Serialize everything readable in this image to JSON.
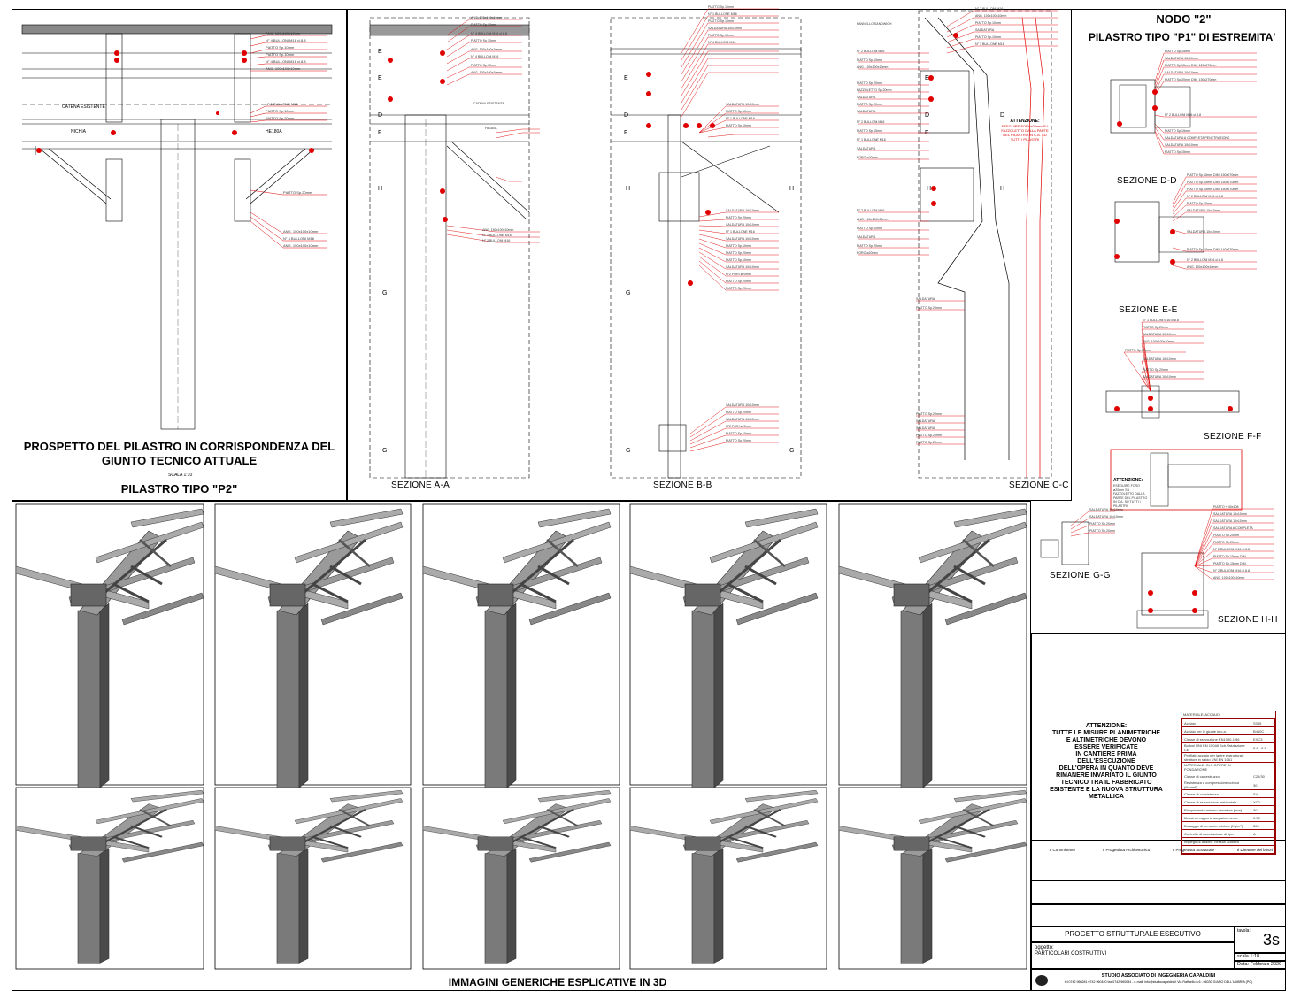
{
  "left_panel": {
    "title_main": "PROSPETTO DEL PILASTRO IN CORRISPONDENZA DEL GIUNTO TECNICO ATTUALE",
    "scale": "SCALA 1:10",
    "title_sub": "PILASTRO TIPO \"P2\"",
    "labels": [
      "CATENA ESISTENTE",
      "NICHIA",
      "HE180A",
      "PIL. HE300B",
      "PIATTO Sp.20mm"
    ]
  },
  "sections": {
    "aa": "SEZIONE A-A",
    "bb": "SEZIONE B-B",
    "cc": "SEZIONE C-C",
    "dd": "SEZIONE D-D",
    "ee": "SEZIONE E-E",
    "ff": "SEZIONE F-F",
    "gg": "SEZIONE G-G",
    "hh": "SEZIONE H-H"
  },
  "node": {
    "title": "NODO \"2\"",
    "subtitle": "PILASTRO TIPO \"P1\" DI ESTREMITA'"
  },
  "attention_cc": {
    "title": "ATTENZIONE:",
    "text": "ESEGUIRE FORI ø20mm SU FAZZOLETTO DALLA PARTE DEL PILASTRO IN C.A. SU TUTTI I PILASTRI"
  },
  "attention_ff": {
    "title": "ATTENZIONE:",
    "text": "ESEGUIRE FORO ø20mm SU FAZZOLETTO DALLA PARTE DEL PILASTRO IN C.A. SU TUTTI I PILASTRI"
  },
  "images_3d_title": "IMMAGINI GENERICHE ESPLICATIVE IN 3D",
  "attention_main": {
    "title": "ATTENZIONE:",
    "lines": [
      "TUTTE LE MISURE PLANIMETRICHE",
      "E ALTIMETRICHE DEVONO",
      "ESSERE VERIFICATE",
      "IN CANTIERE PRIMA",
      "DELL'ESECUZIONE",
      "DELL'OPERA IN QUANTO DEVE",
      "RIMANERE INVARIATO IL GIUNTO",
      "TECNICO TRA IL FABBRICATO",
      "ESISTENTE E LA NUOVA STRUTTURA",
      "METALLICA"
    ]
  },
  "materials": {
    "title": "MATERIALE: ACCIAIO",
    "rows": [
      [
        "Acciaio",
        "S355"
      ],
      [
        "Acciaio per le giunte in c.a.",
        "B450C"
      ],
      [
        "Classe di esecuzione EN1090-1/96",
        "EXC3"
      ],
      [
        "Bulloni UNI EN 15048 Sch.Valutazione CE",
        "8.8 - 8.8"
      ],
      [
        "Profilati: acciaio per lastre e strutturali, strutture in saldo UNI EN 1061",
        ""
      ],
      [
        "MATERIALE: CLS OPERE IN FONDAZIONE",
        ""
      ],
      [
        "Classe di calcestruzzo",
        "C25/30"
      ],
      [
        "Resistenza a compressione cubica (N/mm²)",
        "30"
      ],
      [
        "Classe di consistenza",
        "S4"
      ],
      [
        "Classe di esposizione ambientale",
        "XC2"
      ],
      [
        "Ricoprimento minimo armature (mm)",
        "30"
      ],
      [
        "Massimo rapporto acqua/cemento",
        "0.55"
      ],
      [
        "Dosaggio di cemento minimo (Kg/m³)",
        "300"
      ],
      [
        "Controllo di accettazione di tipo",
        "A"
      ],
      [
        "Impiego di additivi: nessun additivo",
        ""
      ],
      [
        "",
        ""
      ]
    ]
  },
  "signatures": [
    "Il Committente",
    "Il Progettista Architettonico",
    "Il Progettista Strutturale",
    "Il Direttore dei lavori"
  ],
  "titleblock": {
    "project": "PROGETTO STRUTTURALE ESECUTIVO",
    "object_label": "oggetto:",
    "object": "PARTICOLARI COSTRUTTIVI",
    "tavola_label": "tavola:",
    "tavola": "3s",
    "scale": "scala 1:10",
    "date": "Data: Febbraio 2020",
    "studio": "STUDIO ASSOCIATO DI INGEGNERIA CAPALDINI",
    "studio_address": "tel 0742 960281 0742 960420 fax 0742 960084 - e-mail: info@studiocapaldini.it Via Raffaello n.6 - 06030 GIANO DELL'UMBRIA (PG)"
  },
  "colors": {
    "annotation": "#e00000",
    "steel_dark": "#555555",
    "steel_light": "#bfbfbf",
    "line": "#000000"
  }
}
